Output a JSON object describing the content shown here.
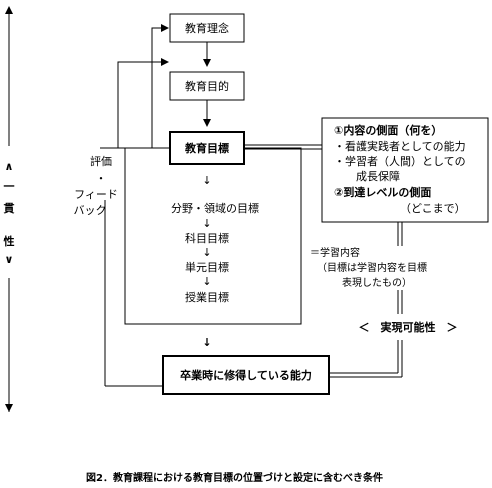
{
  "nodes": {
    "rinen": "教育理念",
    "mokuteki": "教育目的",
    "mokuhyo": "教育目標",
    "bunya": "分野・領域の目標",
    "kamoku": "科目目標",
    "tangen": "単元目標",
    "jugyo": "授業目標",
    "sotsugyo": "卒業時に修得している能力"
  },
  "arrows": {
    "down": "↓"
  },
  "feedback": [
    "評価",
    "・",
    "フィード",
    "バック"
  ],
  "consistency": [
    "∧",
    "一",
    "貫",
    "",
    "性",
    "∨"
  ],
  "content_box": {
    "line1": "①内容の側面（何を）",
    "line2": "・看護実践者としての能力",
    "line3": "・学習者（人間）としての",
    "line4": "成長保障",
    "line5": "②到達レベルの側面",
    "line6": "（どこまで）"
  },
  "content_note": {
    "line1": "＝学習内容",
    "line2": "（目標は学習内容を目標",
    "line3": "表現したもの）"
  },
  "feasibility": "＜　実現可能性　＞",
  "caption": "図2．教育課程における教育目標の位置づけと設定に含むべき条件"
}
